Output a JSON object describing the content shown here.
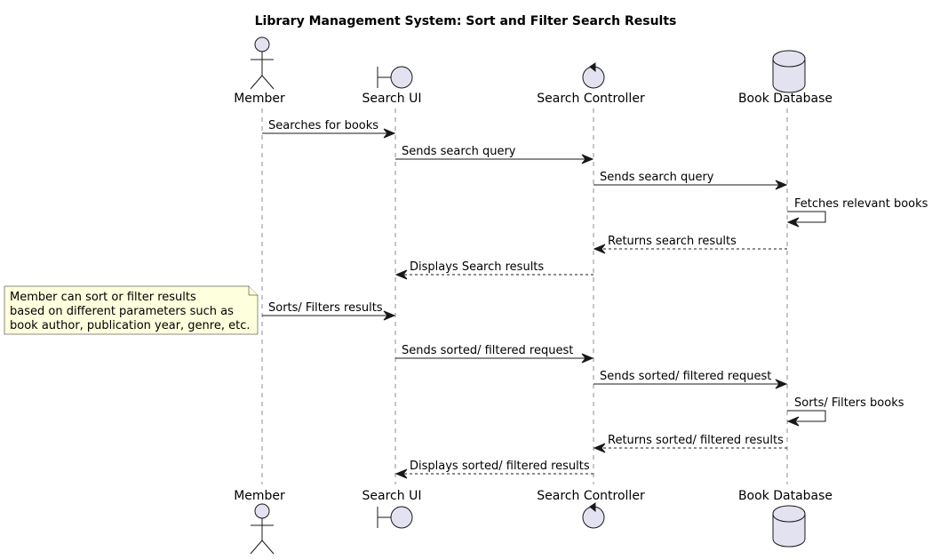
{
  "title": "Library Management System: Sort and Filter Search Results",
  "participants": [
    {
      "label": "Member",
      "type": "actor"
    },
    {
      "label": "Search UI",
      "type": "boundary"
    },
    {
      "label": "Search Controller",
      "type": "control"
    },
    {
      "label": "Book Database",
      "type": "database"
    }
  ],
  "messages": [
    {
      "from": 0,
      "to": 1,
      "label": "Searches for books",
      "style": "solid"
    },
    {
      "from": 1,
      "to": 2,
      "label": "Sends search query",
      "style": "solid"
    },
    {
      "from": 2,
      "to": 3,
      "label": "Sends search query",
      "style": "solid"
    },
    {
      "from": 3,
      "to": 3,
      "label": "Fetches relevant books",
      "style": "solid"
    },
    {
      "from": 3,
      "to": 2,
      "label": "Returns search results",
      "style": "dashed"
    },
    {
      "from": 2,
      "to": 1,
      "label": "Displays Search results",
      "style": "dashed"
    },
    {
      "from": 0,
      "to": 1,
      "label": "Sorts/ Filters results",
      "style": "solid"
    },
    {
      "from": 1,
      "to": 2,
      "label": "Sends sorted/ filtered request",
      "style": "solid"
    },
    {
      "from": 2,
      "to": 3,
      "label": "Sends sorted/ filtered request",
      "style": "solid"
    },
    {
      "from": 3,
      "to": 3,
      "label": "Sorts/ Filters books",
      "style": "solid"
    },
    {
      "from": 3,
      "to": 2,
      "label": "Returns sorted/ filtered results",
      "style": "dashed"
    },
    {
      "from": 2,
      "to": 1,
      "label": "Displays sorted/ filtered results",
      "style": "dashed"
    }
  ],
  "note": {
    "lines": [
      "Member can sort or filter results",
      "based on different parameters such as",
      "book author, publication year, genre, etc."
    ],
    "color": "#FEFFDD"
  },
  "colors": {
    "participant_fill": "#E2E2F0",
    "line": "#181818",
    "note_fill": "#FEFFDD"
  }
}
